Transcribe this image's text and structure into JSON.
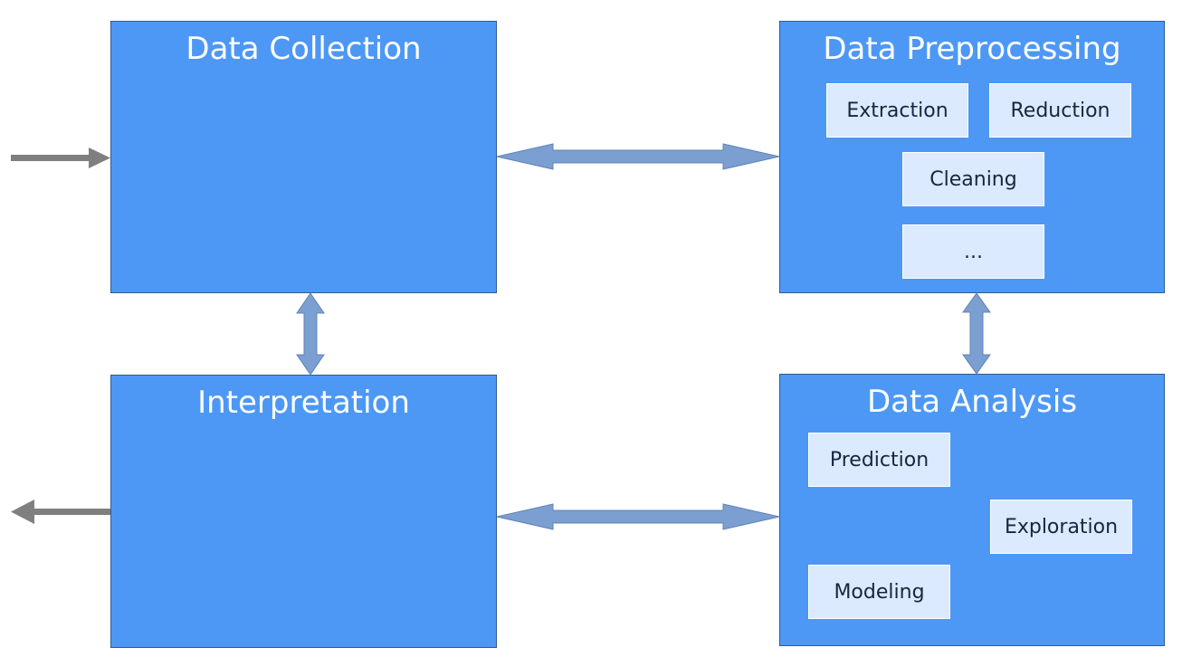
{
  "colors": {
    "box_fill": "#4d98f5",
    "box_border": "#2d5a96",
    "chip_fill": "#dbeafe",
    "chip_text": "#1a2540",
    "connector_fill": "#7a9fd0",
    "connector_stroke": "#5f84b8",
    "io_arrow": "#7f7f7f"
  },
  "nodes": {
    "data_collection": {
      "title": "Data Collection"
    },
    "data_preprocessing": {
      "title": "Data Preprocessing",
      "steps": [
        "Extraction",
        "Reduction",
        "Cleaning",
        "..."
      ]
    },
    "interpretation": {
      "title": "Interpretation"
    },
    "data_analysis": {
      "title": "Data Analysis",
      "steps": [
        "Prediction",
        "Exploration",
        "Modeling"
      ]
    }
  },
  "edges": [
    {
      "from": "data_collection",
      "to": "data_preprocessing",
      "type": "bidirectional"
    },
    {
      "from": "data_collection",
      "to": "interpretation",
      "type": "bidirectional"
    },
    {
      "from": "data_preprocessing",
      "to": "data_analysis",
      "type": "bidirectional"
    },
    {
      "from": "interpretation",
      "to": "data_analysis",
      "type": "bidirectional"
    },
    {
      "from": "input",
      "to": "data_collection",
      "type": "directed"
    },
    {
      "from": "interpretation",
      "to": "output",
      "type": "directed"
    }
  ]
}
